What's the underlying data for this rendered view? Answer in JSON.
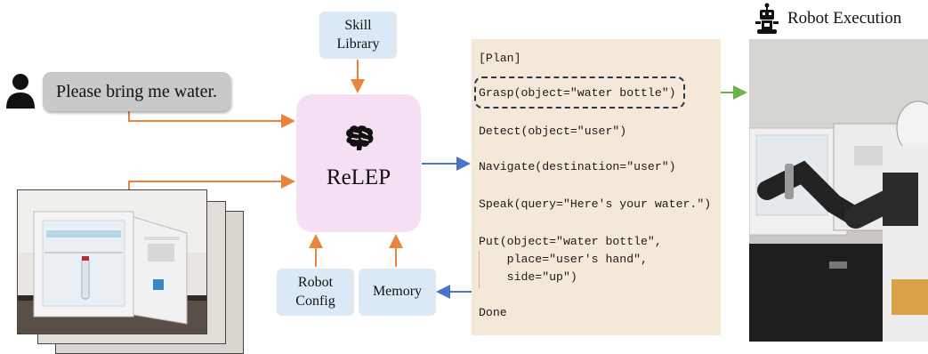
{
  "user": {
    "request": "Please bring me water."
  },
  "skill_library": {
    "label": "Skill\nLibrary"
  },
  "robot_config": {
    "label": "Robot\nConfig"
  },
  "memory": {
    "label": "Memory"
  },
  "relep": {
    "label": "ReLEP"
  },
  "plan": {
    "lines": [
      "[Plan]",
      "Grasp(object=\"water bottle\")",
      "Detect(object=\"user\")",
      "Navigate(destination=\"user\")",
      "Speak(query=\"Here's your water.\")",
      "Put(object=\"water bottle\",",
      "    place=\"user's hand\",",
      "    side=\"up\")",
      "Done"
    ]
  },
  "robot_execution": {
    "title": "Robot Execution"
  },
  "colors": {
    "input_arrow": "#e8843c",
    "plan_arrow": "#4a74c9",
    "exec_arrow": "#6fb04a",
    "relep_bg": "#f4dff3",
    "plan_bg": "#f4e8d8",
    "box_bg": "#dbe9f6"
  },
  "icons": [
    "user-icon",
    "brain-icon",
    "robot-icon"
  ]
}
